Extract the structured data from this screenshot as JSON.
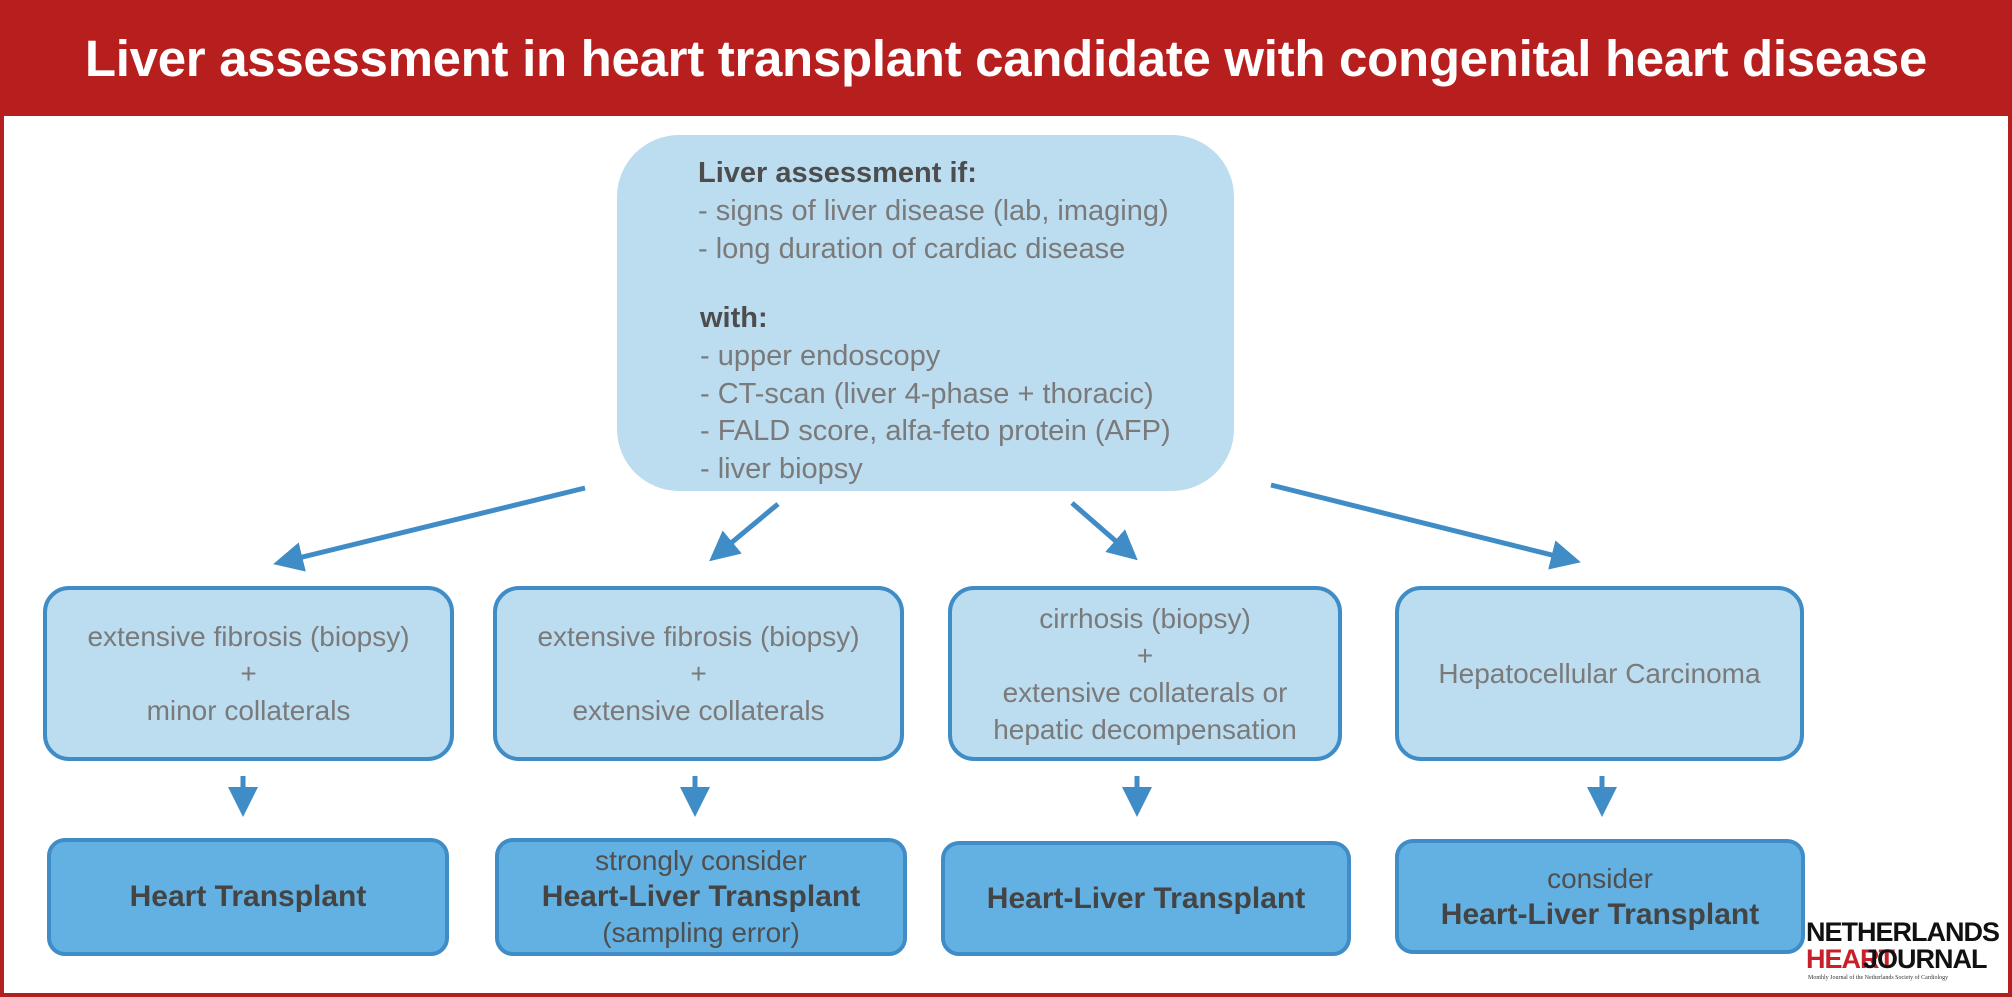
{
  "title": "Liver assessment in heart transplant candidate with congenital heart disease",
  "assessment": {
    "heading_if": "Liver assessment if:",
    "if_items": [
      "- signs of liver disease (lab, imaging)",
      "- long duration of cardiac disease"
    ],
    "heading_with": "with:",
    "with_items": [
      "- upper endoscopy",
      "- CT-scan (liver 4-phase + thoracic)",
      "- FALD score, alfa-feto protein (AFP)",
      "- liver biopsy"
    ]
  },
  "findings": [
    {
      "lines": [
        "extensive fibrosis (biopsy)",
        "+",
        "minor collaterals"
      ]
    },
    {
      "lines": [
        "extensive fibrosis (biopsy)",
        "+",
        "extensive collaterals"
      ]
    },
    {
      "lines": [
        "cirrhosis (biopsy)",
        "+",
        "extensive collaterals or",
        "hepatic decompensation"
      ]
    },
    {
      "lines": [
        "Hepatocellular Carcinoma"
      ]
    }
  ],
  "outcomes": [
    {
      "pre": "",
      "main": "Heart Transplant",
      "post": ""
    },
    {
      "pre": "strongly consider",
      "main": "Heart-Liver Transplant",
      "post": "(sampling error)"
    },
    {
      "pre": "",
      "main": "Heart-Liver Transplant",
      "post": ""
    },
    {
      "pre": "consider",
      "main": "Heart-Liver Transplant",
      "post": ""
    }
  ],
  "logo": {
    "line1": "NETHERLANDS",
    "line2_red": "HEART",
    "line2_black": "JOURNAL",
    "tagline": "Monthly Journal of the Netherlands Society of Cardiology"
  },
  "colors": {
    "header_red": "#b71f1f",
    "light_blue_fill": "#bcdcf0",
    "mid_blue_fill": "#62b1e2",
    "blue_stroke": "#3f8cc6"
  }
}
